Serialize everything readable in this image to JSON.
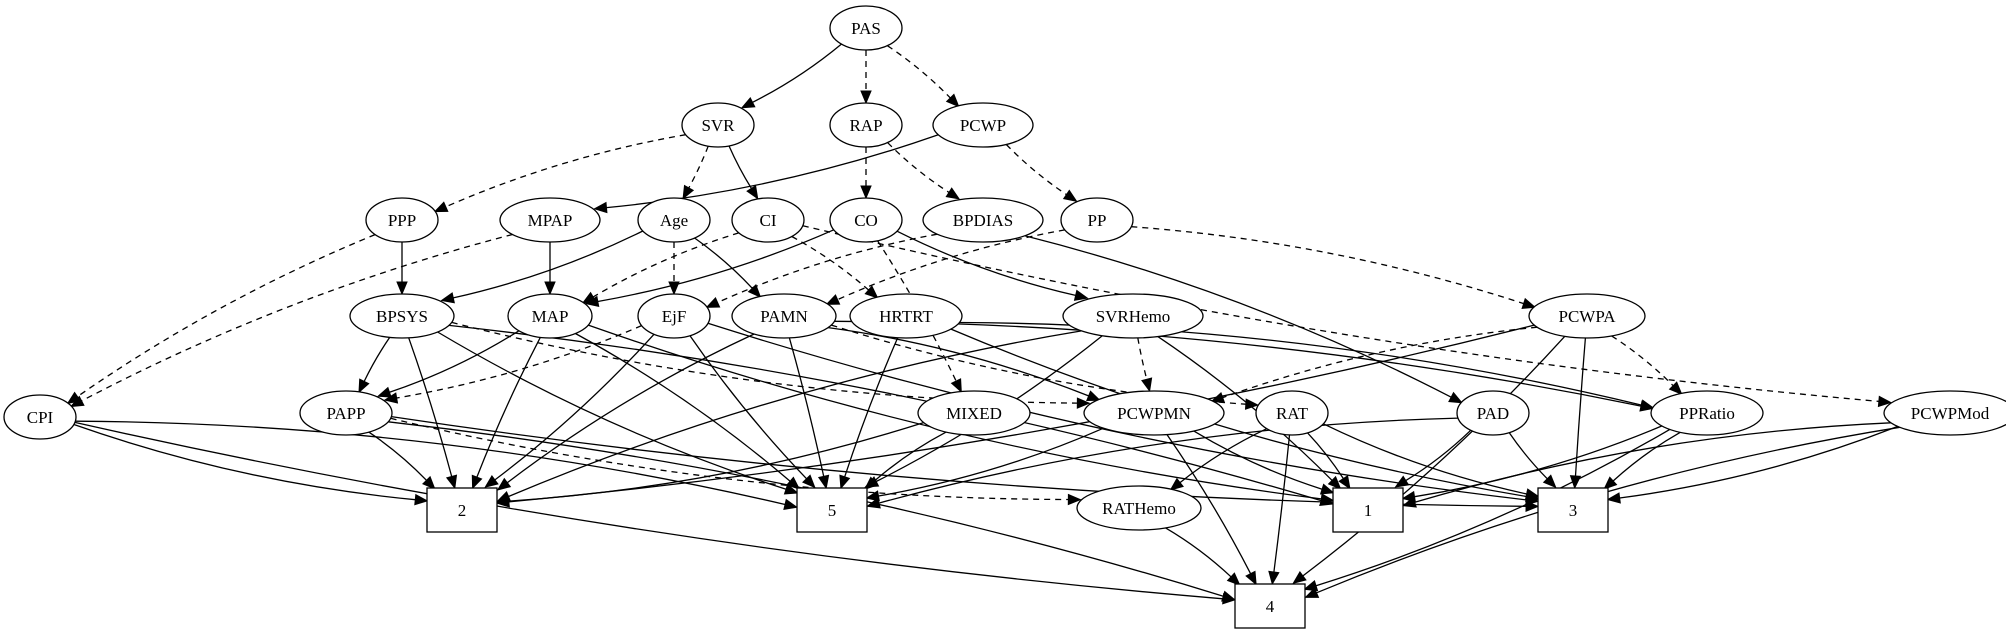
{
  "diagram": {
    "nodes": [
      {
        "id": "PAS",
        "label": "PAS",
        "shape": "ellipse"
      },
      {
        "id": "SVR",
        "label": "SVR",
        "shape": "ellipse"
      },
      {
        "id": "RAP",
        "label": "RAP",
        "shape": "ellipse"
      },
      {
        "id": "PCWP",
        "label": "PCWP",
        "shape": "ellipse"
      },
      {
        "id": "PPP",
        "label": "PPP",
        "shape": "ellipse"
      },
      {
        "id": "MPAP",
        "label": "MPAP",
        "shape": "ellipse"
      },
      {
        "id": "Age",
        "label": "Age",
        "shape": "ellipse"
      },
      {
        "id": "CI",
        "label": "CI",
        "shape": "ellipse"
      },
      {
        "id": "CO",
        "label": "CO",
        "shape": "ellipse"
      },
      {
        "id": "BPDIAS",
        "label": "BPDIAS",
        "shape": "ellipse"
      },
      {
        "id": "PP",
        "label": "PP",
        "shape": "ellipse"
      },
      {
        "id": "BPSYS",
        "label": "BPSYS",
        "shape": "ellipse"
      },
      {
        "id": "MAP",
        "label": "MAP",
        "shape": "ellipse"
      },
      {
        "id": "EjF",
        "label": "EjF",
        "shape": "ellipse"
      },
      {
        "id": "PAMN",
        "label": "PAMN",
        "shape": "ellipse"
      },
      {
        "id": "HRTRT",
        "label": "HRTRT",
        "shape": "ellipse"
      },
      {
        "id": "SVRHemo",
        "label": "SVRHemo",
        "shape": "ellipse"
      },
      {
        "id": "PCWPA",
        "label": "PCWPA",
        "shape": "ellipse"
      },
      {
        "id": "CPI",
        "label": "CPI",
        "shape": "ellipse"
      },
      {
        "id": "PAPP",
        "label": "PAPP",
        "shape": "ellipse"
      },
      {
        "id": "MIXED",
        "label": "MIXED",
        "shape": "ellipse"
      },
      {
        "id": "PCWPMN",
        "label": "PCWPMN",
        "shape": "ellipse"
      },
      {
        "id": "RAT",
        "label": "RAT",
        "shape": "ellipse"
      },
      {
        "id": "PAD",
        "label": "PAD",
        "shape": "ellipse"
      },
      {
        "id": "PPRatio",
        "label": "PPRatio",
        "shape": "ellipse"
      },
      {
        "id": "PCWPMod",
        "label": "PCWPMod",
        "shape": "ellipse"
      },
      {
        "id": "RATHemo",
        "label": "RATHemo",
        "shape": "ellipse"
      },
      {
        "id": "n2",
        "label": "2",
        "shape": "box"
      },
      {
        "id": "n5",
        "label": "5",
        "shape": "box"
      },
      {
        "id": "n1",
        "label": "1",
        "shape": "box"
      },
      {
        "id": "n3",
        "label": "3",
        "shape": "box"
      },
      {
        "id": "n4",
        "label": "4",
        "shape": "box"
      }
    ],
    "edges": [
      {
        "from": "PAS",
        "to": "SVR",
        "style": "solid"
      },
      {
        "from": "PAS",
        "to": "RAP",
        "style": "dashed"
      },
      {
        "from": "PAS",
        "to": "PCWP",
        "style": "dashed"
      },
      {
        "from": "SVR",
        "to": "PPP",
        "style": "dashed"
      },
      {
        "from": "SVR",
        "to": "Age",
        "style": "dashed"
      },
      {
        "from": "SVR",
        "to": "CI",
        "style": "solid"
      },
      {
        "from": "PCWP",
        "to": "MPAP",
        "style": "solid"
      },
      {
        "from": "PCWP",
        "to": "PP",
        "style": "dashed"
      },
      {
        "from": "RAP",
        "to": "CO",
        "style": "dashed"
      },
      {
        "from": "RAP",
        "to": "BPDIAS",
        "style": "dashed"
      },
      {
        "from": "PPP",
        "to": "BPSYS",
        "style": "solid"
      },
      {
        "from": "PPP",
        "to": "CPI",
        "style": "dashed"
      },
      {
        "from": "MPAP",
        "to": "MAP",
        "style": "solid"
      },
      {
        "from": "MPAP",
        "to": "CPI",
        "style": "dashed"
      },
      {
        "from": "Age",
        "to": "BPSYS",
        "style": "solid"
      },
      {
        "from": "Age",
        "to": "EjF",
        "style": "dashed"
      },
      {
        "from": "Age",
        "to": "PAMN",
        "style": "solid"
      },
      {
        "from": "CI",
        "to": "MAP",
        "style": "dashed"
      },
      {
        "from": "CI",
        "to": "HRTRT",
        "style": "dashed"
      },
      {
        "from": "CI",
        "to": "PCWPMod",
        "style": "dashed"
      },
      {
        "from": "CO",
        "to": "MAP",
        "style": "solid"
      },
      {
        "from": "CO",
        "to": "SVRHemo",
        "style": "solid"
      },
      {
        "from": "CO",
        "to": "MIXED",
        "style": "dashed"
      },
      {
        "from": "BPDIAS",
        "to": "EjF",
        "style": "dashed"
      },
      {
        "from": "BPDIAS",
        "to": "PAD",
        "style": "solid"
      },
      {
        "from": "PP",
        "to": "PAMN",
        "style": "dashed"
      },
      {
        "from": "PP",
        "to": "PCWPA",
        "style": "dashed"
      },
      {
        "from": "BPSYS",
        "to": "PAPP",
        "style": "solid"
      },
      {
        "from": "BPSYS",
        "to": "n2",
        "style": "solid"
      },
      {
        "from": "BPSYS",
        "to": "n5",
        "style": "solid"
      },
      {
        "from": "BPSYS",
        "to": "n1",
        "style": "solid"
      },
      {
        "from": "BPSYS",
        "to": "PCWPMN",
        "style": "dashed"
      },
      {
        "from": "MAP",
        "to": "PAPP",
        "style": "solid"
      },
      {
        "from": "MAP",
        "to": "n2",
        "style": "solid"
      },
      {
        "from": "MAP",
        "to": "n5",
        "style": "solid"
      },
      {
        "from": "MAP",
        "to": "n1",
        "style": "solid"
      },
      {
        "from": "EjF",
        "to": "PAPP",
        "style": "dashed"
      },
      {
        "from": "EjF",
        "to": "n5",
        "style": "solid"
      },
      {
        "from": "EjF",
        "to": "n2",
        "style": "solid"
      },
      {
        "from": "EjF",
        "to": "n3",
        "style": "solid"
      },
      {
        "from": "PAMN",
        "to": "n5",
        "style": "solid"
      },
      {
        "from": "PAMN",
        "to": "n2",
        "style": "solid"
      },
      {
        "from": "PAMN",
        "to": "PCWPMN",
        "style": "solid"
      },
      {
        "from": "PAMN",
        "to": "RAT",
        "style": "dashed"
      },
      {
        "from": "PAMN",
        "to": "PPRatio",
        "style": "solid"
      },
      {
        "from": "HRTRT",
        "to": "n5",
        "style": "solid"
      },
      {
        "from": "HRTRT",
        "to": "PPRatio",
        "style": "solid"
      },
      {
        "from": "HRTRT",
        "to": "n3",
        "style": "solid"
      },
      {
        "from": "SVRHemo",
        "to": "n5",
        "style": "solid"
      },
      {
        "from": "SVRHemo",
        "to": "PCWPMN",
        "style": "dashed"
      },
      {
        "from": "SVRHemo",
        "to": "n1",
        "style": "solid"
      },
      {
        "from": "SVRHemo",
        "to": "n2",
        "style": "solid"
      },
      {
        "from": "PCWPA",
        "to": "PPRatio",
        "style": "dashed"
      },
      {
        "from": "PCWPA",
        "to": "PCWPMN",
        "style": "dashed"
      },
      {
        "from": "PCWPA",
        "to": "n2",
        "style": "solid"
      },
      {
        "from": "PCWPA",
        "to": "n3",
        "style": "solid"
      },
      {
        "from": "PCWPA",
        "to": "n4",
        "style": "solid"
      },
      {
        "from": "CPI",
        "to": "n2",
        "style": "solid"
      },
      {
        "from": "CPI",
        "to": "n5",
        "style": "solid"
      },
      {
        "from": "CPI",
        "to": "n4",
        "style": "solid"
      },
      {
        "from": "PAPP",
        "to": "n2",
        "style": "solid"
      },
      {
        "from": "PAPP",
        "to": "n3",
        "style": "solid"
      },
      {
        "from": "PAPP",
        "to": "n4",
        "style": "solid"
      },
      {
        "from": "PAPP",
        "to": "RATHemo",
        "style": "dashed"
      },
      {
        "from": "MIXED",
        "to": "n2",
        "style": "solid"
      },
      {
        "from": "MIXED",
        "to": "n5",
        "style": "solid"
      },
      {
        "from": "PCWPMN",
        "to": "n5",
        "style": "solid"
      },
      {
        "from": "PCWPMN",
        "to": "n1",
        "style": "solid"
      },
      {
        "from": "PCWPMN",
        "to": "n4",
        "style": "solid"
      },
      {
        "from": "RAT",
        "to": "RATHemo",
        "style": "solid"
      },
      {
        "from": "RAT",
        "to": "n1",
        "style": "solid"
      },
      {
        "from": "RAT",
        "to": "n3",
        "style": "solid"
      },
      {
        "from": "RAT",
        "to": "n4",
        "style": "solid"
      },
      {
        "from": "PAD",
        "to": "n5",
        "style": "solid"
      },
      {
        "from": "PAD",
        "to": "n1",
        "style": "solid"
      },
      {
        "from": "PAD",
        "to": "n3",
        "style": "solid"
      },
      {
        "from": "PPRatio",
        "to": "n1",
        "style": "solid"
      },
      {
        "from": "PPRatio",
        "to": "n3",
        "style": "solid"
      },
      {
        "from": "PPRatio",
        "to": "n4",
        "style": "solid"
      },
      {
        "from": "PCWPMod",
        "to": "n1",
        "style": "solid"
      },
      {
        "from": "PCWPMod",
        "to": "n3",
        "style": "solid"
      },
      {
        "from": "PCWPMod",
        "to": "n4",
        "style": "solid"
      },
      {
        "from": "RATHemo",
        "to": "n4",
        "style": "solid"
      }
    ]
  }
}
